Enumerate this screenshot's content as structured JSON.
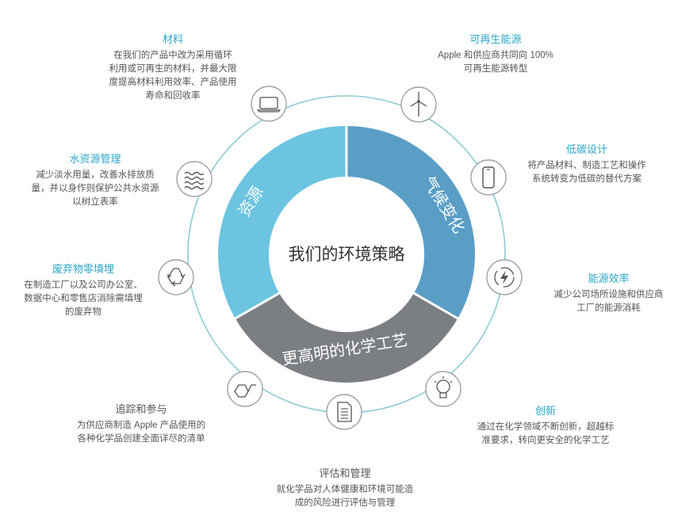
{
  "center": {
    "title": "我们的环境策略"
  },
  "segments": {
    "resources": "资源",
    "climate": "气候变化",
    "chemistry": "更高明的化学工艺"
  },
  "nodes": {
    "materials": {
      "title": "材料",
      "desc_lines": [
        "在我们的产品中改为采用循环",
        "利用或可再生的材料，并最大限",
        "度提高材料利用效率、产品使用",
        "寿命和回收率"
      ],
      "icon": "laptop-icon"
    },
    "renewable": {
      "title": "可再生能源",
      "desc_lines": [
        "Apple 和供应商共同向 100%",
        "可再生能源转型"
      ],
      "icon": "wind-turbine-icon"
    },
    "lowcarbon": {
      "title": "低碳设计",
      "desc_lines": [
        "将产品材料、制造工艺和操作",
        "系统转变为低碳的替代方案"
      ],
      "icon": "phone-icon"
    },
    "efficiency": {
      "title": "能源效率",
      "desc_lines": [
        "减少公司场所设施和供应商",
        "工厂的能源消耗"
      ],
      "icon": "lightning-icon"
    },
    "innovation": {
      "title": "创新",
      "desc_lines": [
        "通过在化学领域不断创新，超越标",
        "准要求，转向更安全的化学工艺"
      ],
      "icon": "lightbulb-icon"
    },
    "assessment": {
      "title": "评估和管理",
      "desc_lines": [
        "就化学品对人体健康和环境可能造",
        "成的风险进行评估与管理"
      ],
      "icon": "document-icon"
    },
    "tracking": {
      "title": "追踪和参与",
      "desc_lines": [
        "为供应商制造 Apple 产品使用的",
        "各种化学品创建全面详尽的清单"
      ],
      "icon": "molecule-icon"
    },
    "waste": {
      "title": "废弃物零填埋",
      "desc_lines": [
        "在制造工厂以及公司办公室、",
        "数据中心和零售店消除需填埋",
        "的废弃物"
      ],
      "icon": "recycle-icon"
    },
    "water": {
      "title": "水资源管理",
      "desc_lines": [
        "减少淡水用量，改善水排放质",
        "量，并以身作则保护公共水资源",
        "以树立表率"
      ],
      "icon": "water-waves-icon"
    }
  },
  "colors": {
    "resources": "#6cc4e1",
    "climate": "#5a9ec6",
    "chemistry": "#7b7f84",
    "outer_ring": "#7fc7d3",
    "title_accent": "#2aa7c9"
  }
}
